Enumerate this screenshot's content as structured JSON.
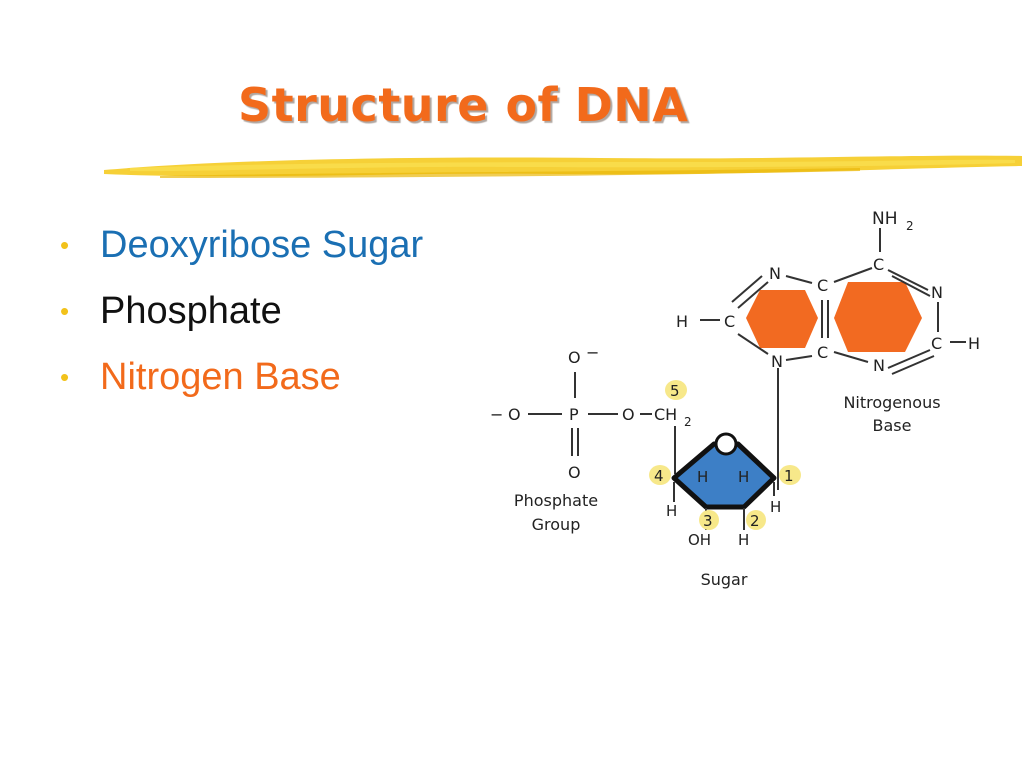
{
  "slide": {
    "title": "Structure of DNA",
    "bullets": [
      {
        "text": "Deoxyribose Sugar",
        "color": "#1a6fb3"
      },
      {
        "text": "Phosphate",
        "color": "#111111"
      },
      {
        "text": "Nitrogen Base",
        "color": "#f26a1b"
      }
    ],
    "bullet_color": "#f2c21b"
  },
  "diagram": {
    "phosphate": {
      "o_top": "O",
      "o_top_charge": "−",
      "o_left": "O",
      "o_left_charge": "−",
      "p": "P",
      "o_bottom": "O",
      "o_right": "O",
      "ch2": "CH",
      "ch2_sub": "2",
      "label_line1": "Phosphate",
      "label_line2": "Group"
    },
    "sugar": {
      "ring_o": "O",
      "carbon_numbers": [
        "1",
        "2",
        "3",
        "4",
        "5"
      ],
      "h_top_left": "H",
      "h_top_right": "H",
      "h_c4": "H",
      "h_c1": "H",
      "oh_c3": "OH",
      "h_c2": "H",
      "label": "Sugar",
      "fill_color": "#3d7fc6"
    },
    "base": {
      "nh2": "NH",
      "nh2_sub": "2",
      "atoms": {
        "c_top": "C",
        "n_top_left": "N",
        "c_mid_top": "C",
        "n_right": "N",
        "c_left": "C",
        "h_left": "H",
        "c_right": "C",
        "h_right": "H",
        "n_bottom_left": "N",
        "c_mid_bottom": "C",
        "n_bottom_right": "N"
      },
      "label_line1": "Nitrogenous",
      "label_line2": "Base",
      "fill_color": "#f26a21"
    },
    "highlight_color": "#f7e88a"
  }
}
